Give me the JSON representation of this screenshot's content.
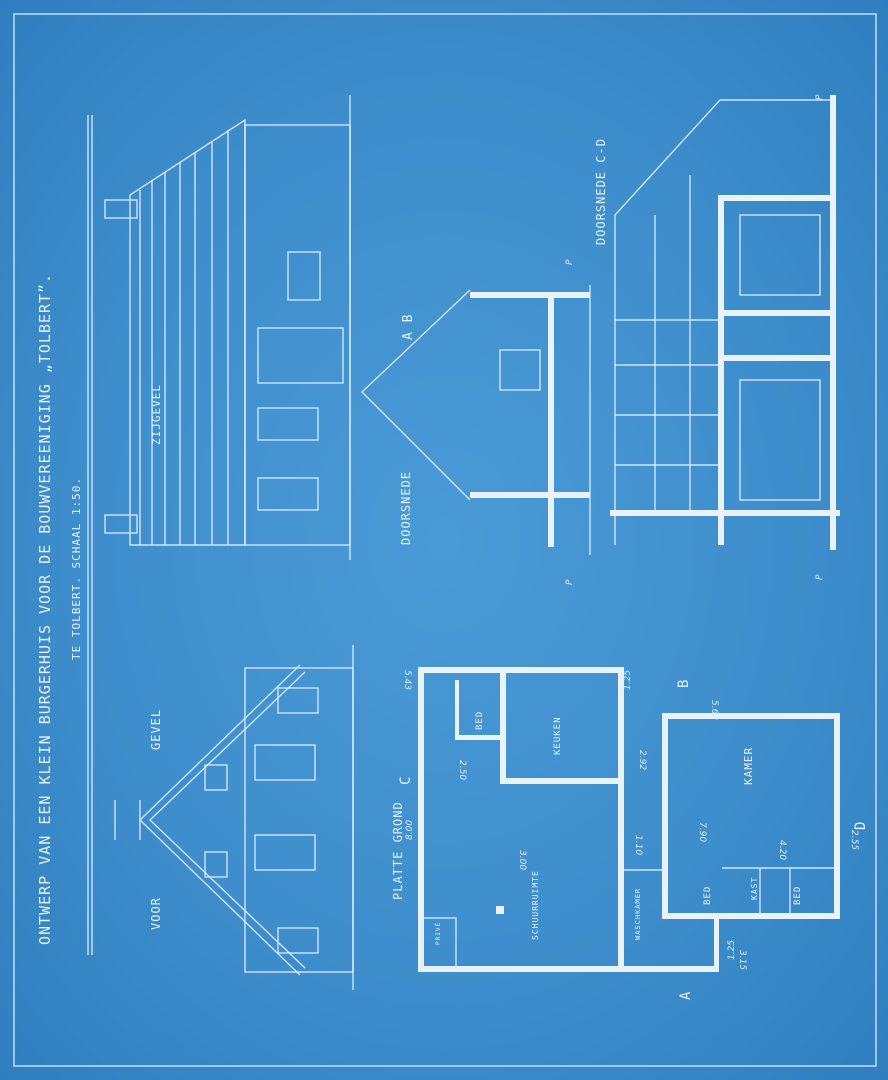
{
  "title": "ONTWERP VAN EEN KLEIN BURGERHUIS VOOR DE BOUWVEREENIGING „TOLBERT”.",
  "subtitle": "TE TOLBERT. SCHAAL 1:50.",
  "views": {
    "voorgevel": {
      "word1": "VOOR",
      "word2": "GEVEL"
    },
    "zijgevel": "ZIJGEVEL",
    "doorsnede_ab": {
      "label": "DOORSNEDE",
      "section": "A B"
    },
    "doorsnede_cd": "DOORSNEDE C-D",
    "plattegrond": {
      "label": "PLATTE GROND",
      "a": "A",
      "b": "B",
      "c": "C",
      "d": "D"
    }
  },
  "rooms": {
    "kamer": "KAMER",
    "keuken": "KEUKEN",
    "bed1": "BED",
    "bed2": "BED",
    "bed3": "BED",
    "kast": "KAST",
    "schuurruimte": "SCHUURRUIMTE",
    "waschkamer": "WASCHKAMER",
    "privet": "PRIVÉ"
  },
  "dimensions": {
    "d_543": "5.43",
    "d_800": "8.00",
    "d_790": "7.90",
    "d_562": "5.62",
    "d_315": "3.15",
    "d_420": "4.20",
    "d_300": "3.00",
    "d_125a": "1.25",
    "d_125b": "1.25",
    "d_250": "2.50",
    "d_110": "1.10",
    "d_255": "2.55",
    "d_292": "2.92",
    "lvl_p1": "P",
    "lvl_p2": "P",
    "lvl_p3": "P",
    "lvl_p4": "P"
  },
  "colors": {
    "paper": "#3f8fcf",
    "lines": "#e4f1fb"
  }
}
